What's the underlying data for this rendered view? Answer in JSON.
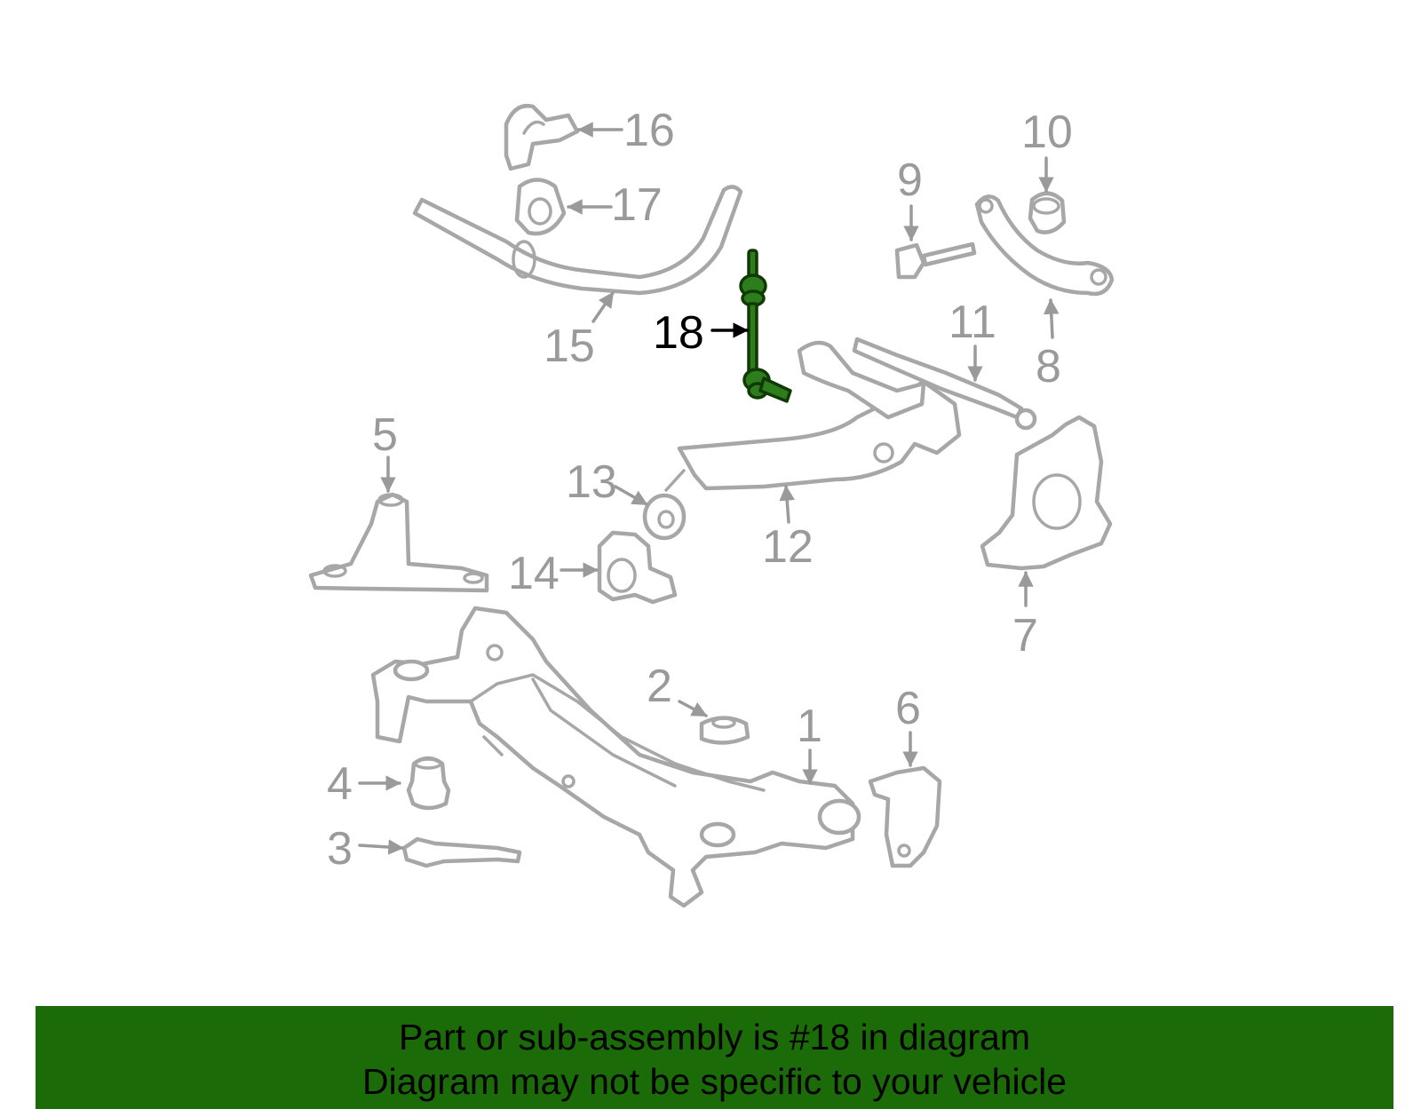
{
  "diagram": {
    "highlight_color": "#2e7d1c",
    "callouts": [
      "1",
      "2",
      "3",
      "4",
      "5",
      "6",
      "7",
      "8",
      "9",
      "10",
      "11",
      "12",
      "13",
      "14",
      "15",
      "16",
      "17",
      "18"
    ],
    "highlighted_callout": "18"
  },
  "banner": {
    "background": "#1b6b09",
    "line1": "Part or sub-assembly is #18 in diagram",
    "line2": "Diagram may not be specific to your vehicle"
  }
}
